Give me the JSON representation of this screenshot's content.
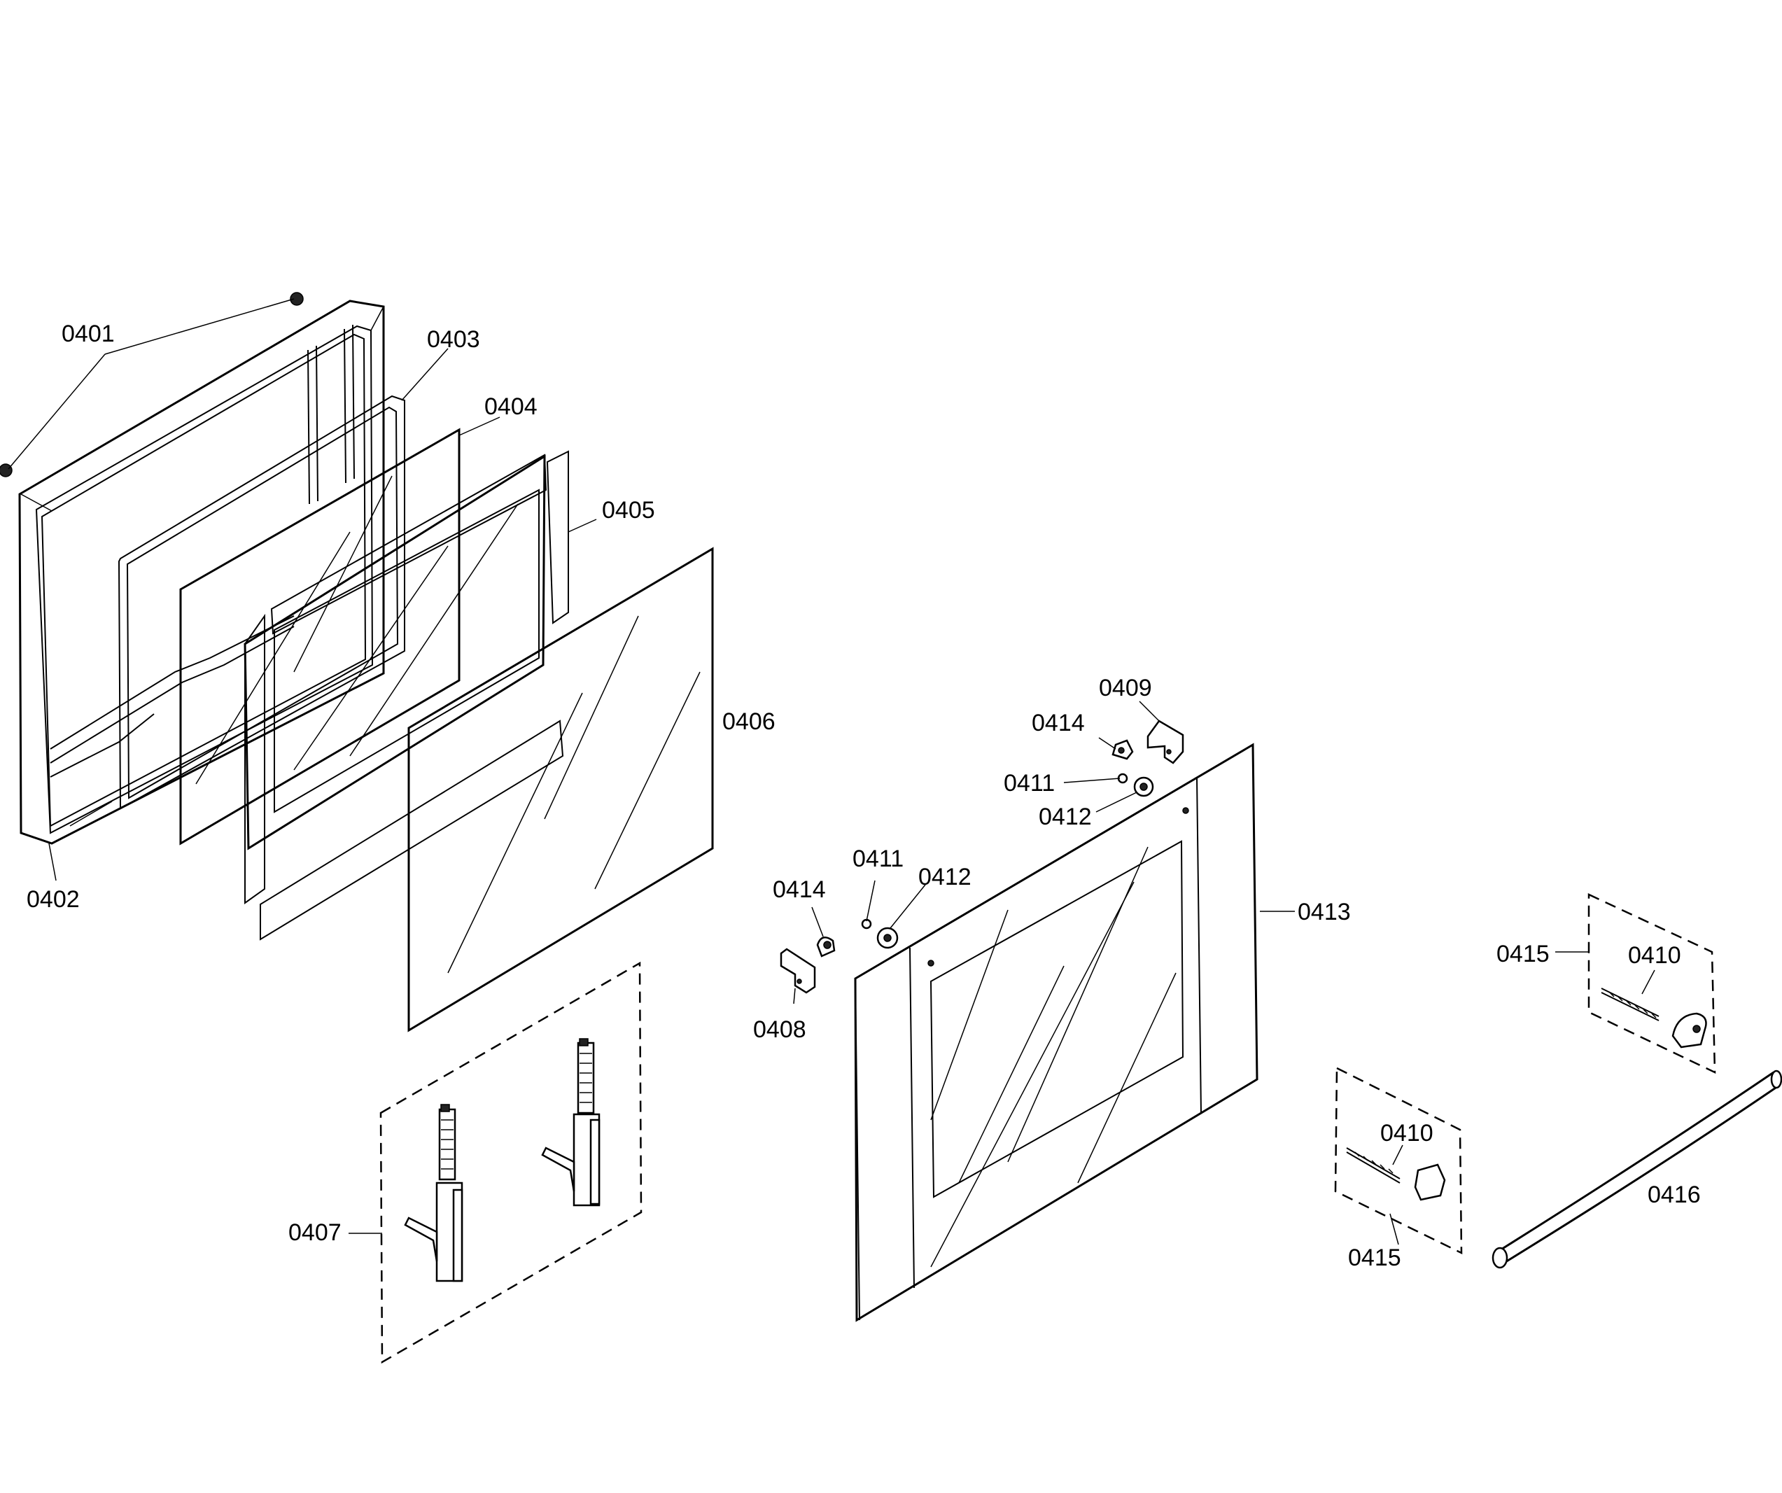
{
  "diagram": {
    "labels": {
      "p0401": "0401",
      "p0402": "0402",
      "p0403": "0403",
      "p0404": "0404",
      "p0405": "0405",
      "p0406": "0406",
      "p0407": "0407",
      "p0408": "0408",
      "p0409": "0409",
      "p0410a": "0410",
      "p0410b": "0410",
      "p0411a": "0411",
      "p0411b": "0411",
      "p0412a": "0412",
      "p0412b": "0412",
      "p0413": "0413",
      "p0414a": "0414",
      "p0414b": "0414",
      "p0415a": "0415",
      "p0415b": "0415",
      "p0416": "0416"
    }
  }
}
